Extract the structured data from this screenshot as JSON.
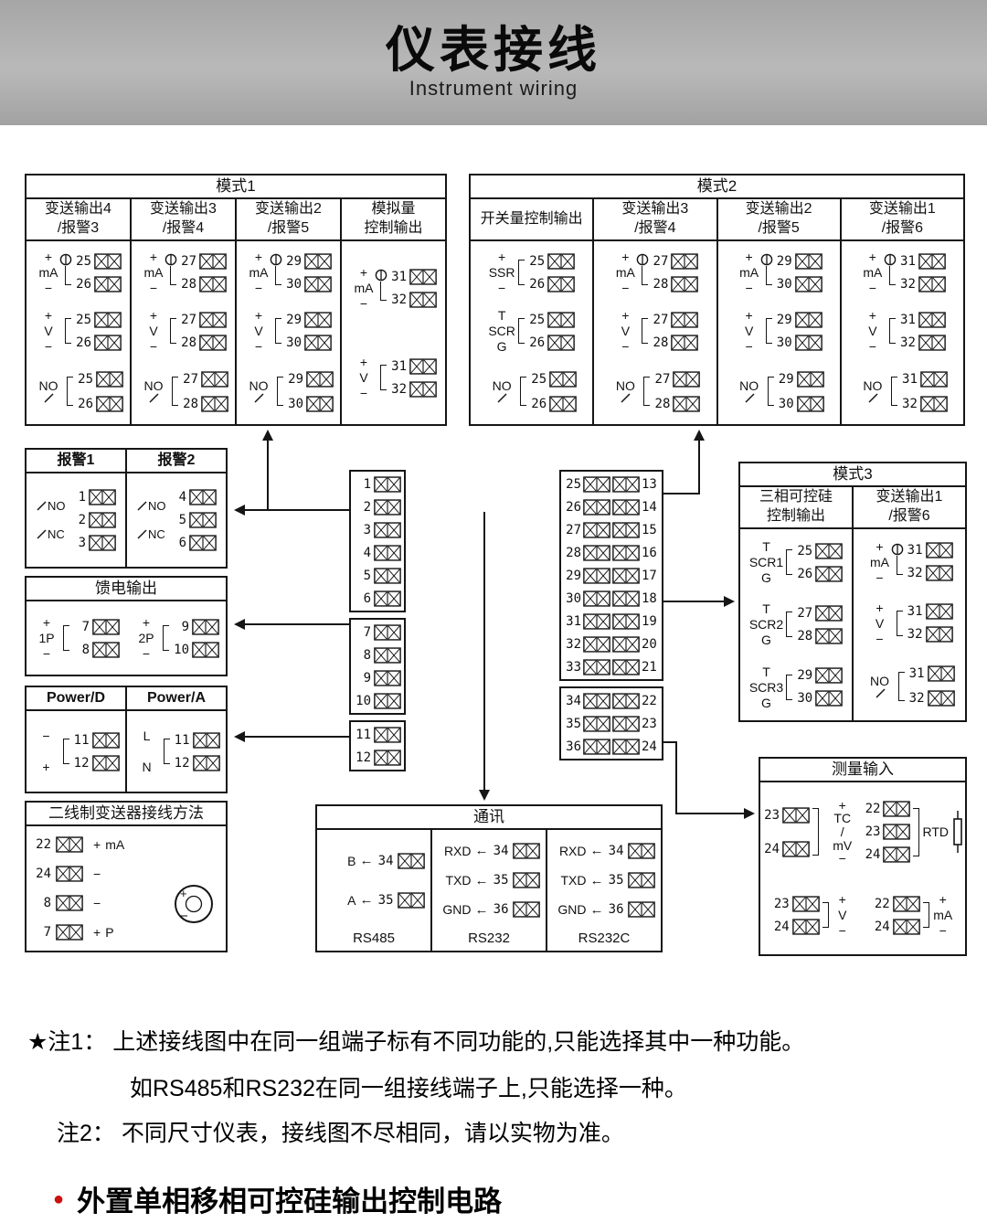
{
  "header": {
    "title": "仪表接线",
    "subtitle": "Instrument wiring"
  },
  "boxes": {
    "mode1": {
      "title": "模式1",
      "columns": [
        {
          "header": [
            "变送输出4",
            "/报警3"
          ],
          "groups": [
            {
              "label": "mA",
              "tsign": "+",
              "bsign": "−",
              "circle": true,
              "terms": [
                {
                  "n": "25"
                },
                {
                  "n": "26"
                }
              ]
            },
            {
              "label": "V",
              "tsign": "+",
              "bsign": "−",
              "terms": [
                {
                  "n": "25"
                },
                {
                  "n": "26"
                }
              ]
            },
            {
              "label": "NO",
              "relay": true,
              "terms": [
                {
                  "n": "25"
                },
                {
                  "n": "26"
                }
              ]
            }
          ]
        },
        {
          "header": [
            "变送输出3",
            "/报警4"
          ],
          "groups": [
            {
              "label": "mA",
              "tsign": "+",
              "bsign": "−",
              "circle": true,
              "terms": [
                {
                  "n": "27"
                },
                {
                  "n": "28"
                }
              ]
            },
            {
              "label": "V",
              "tsign": "+",
              "bsign": "−",
              "terms": [
                {
                  "n": "27"
                },
                {
                  "n": "28"
                }
              ]
            },
            {
              "label": "NO",
              "relay": true,
              "terms": [
                {
                  "n": "27"
                },
                {
                  "n": "28"
                }
              ]
            }
          ]
        },
        {
          "header": [
            "变送输出2",
            "/报警5"
          ],
          "groups": [
            {
              "label": "mA",
              "tsign": "+",
              "bsign": "−",
              "circle": true,
              "terms": [
                {
                  "n": "29"
                },
                {
                  "n": "30"
                }
              ]
            },
            {
              "label": "V",
              "tsign": "+",
              "bsign": "−",
              "terms": [
                {
                  "n": "29"
                },
                {
                  "n": "30"
                }
              ]
            },
            {
              "label": "NO",
              "relay": true,
              "terms": [
                {
                  "n": "29"
                },
                {
                  "n": "30"
                }
              ]
            }
          ]
        },
        {
          "header": [
            "模拟量",
            "控制输出"
          ],
          "groups": [
            {
              "label": "mA",
              "tsign": "+",
              "bsign": "−",
              "circle": true,
              "terms": [
                {
                  "n": "31"
                },
                {
                  "n": "32"
                }
              ]
            },
            {
              "label": "V",
              "tsign": "+",
              "bsign": "−",
              "terms": [
                {
                  "n": "31"
                },
                {
                  "n": "32"
                }
              ]
            }
          ]
        }
      ]
    },
    "mode2": {
      "title": "模式2",
      "columns": [
        {
          "header": [
            "开关量控制输出"
          ],
          "groups": [
            {
              "label": "SSR",
              "tsign": "+",
              "bsign": "−",
              "terms": [
                {
                  "n": "25"
                },
                {
                  "n": "26"
                }
              ]
            },
            {
              "label": "SCR",
              "tsign": "T",
              "bsign": "G",
              "terms": [
                {
                  "n": "25"
                },
                {
                  "n": "26"
                }
              ]
            },
            {
              "label": "NO",
              "relay": true,
              "terms": [
                {
                  "n": "25"
                },
                {
                  "n": "26"
                }
              ]
            }
          ]
        },
        {
          "header": [
            "变送输出3",
            "/报警4"
          ],
          "groups": [
            {
              "label": "mA",
              "tsign": "+",
              "bsign": "−",
              "circle": true,
              "terms": [
                {
                  "n": "27"
                },
                {
                  "n": "28"
                }
              ]
            },
            {
              "label": "V",
              "tsign": "+",
              "bsign": "−",
              "terms": [
                {
                  "n": "27"
                },
                {
                  "n": "28"
                }
              ]
            },
            {
              "label": "NO",
              "relay": true,
              "terms": [
                {
                  "n": "27"
                },
                {
                  "n": "28"
                }
              ]
            }
          ]
        },
        {
          "header": [
            "变送输出2",
            "/报警5"
          ],
          "groups": [
            {
              "label": "mA",
              "tsign": "+",
              "bsign": "−",
              "circle": true,
              "terms": [
                {
                  "n": "29"
                },
                {
                  "n": "30"
                }
              ]
            },
            {
              "label": "V",
              "tsign": "+",
              "bsign": "−",
              "terms": [
                {
                  "n": "29"
                },
                {
                  "n": "30"
                }
              ]
            },
            {
              "label": "NO",
              "relay": true,
              "terms": [
                {
                  "n": "29"
                },
                {
                  "n": "30"
                }
              ]
            }
          ]
        },
        {
          "header": [
            "变送输出1",
            "/报警6"
          ],
          "groups": [
            {
              "label": "mA",
              "tsign": "+",
              "bsign": "−",
              "circle": true,
              "terms": [
                {
                  "n": "31"
                },
                {
                  "n": "32"
                }
              ]
            },
            {
              "label": "V",
              "tsign": "+",
              "bsign": "−",
              "terms": [
                {
                  "n": "31"
                },
                {
                  "n": "32"
                }
              ]
            },
            {
              "label": "NO",
              "relay": true,
              "terms": [
                {
                  "n": "31"
                },
                {
                  "n": "32"
                }
              ]
            }
          ]
        }
      ]
    },
    "alarms": {
      "columns": [
        {
          "header": [
            "报警1"
          ],
          "alarm": {
            "labels": [
              "NO",
              "NC"
            ],
            "terms": [
              "1",
              "2",
              "3"
            ]
          }
        },
        {
          "header": [
            "报警2"
          ],
          "alarm": {
            "labels": [
              "NO",
              "NC"
            ],
            "terms": [
              "4",
              "5",
              "6"
            ]
          }
        }
      ]
    },
    "feed": {
      "title": "馈电输出",
      "nodividers": true,
      "columns": [
        {
          "groups": [
            {
              "label": "1P",
              "tsign": "+",
              "bsign": "−",
              "terms": [
                {
                  "n": "7"
                },
                {
                  "n": "8"
                }
              ]
            }
          ]
        },
        {
          "groups": [
            {
              "label": "2P",
              "tsign": "+",
              "bsign": "−",
              "terms": [
                {
                  "n": "9"
                },
                {
                  "n": "10"
                }
              ]
            }
          ]
        }
      ]
    },
    "power": {
      "columns": [
        {
          "header": [
            "Power/D"
          ],
          "groups": [
            {
              "label": "",
              "tsign": "−",
              "bsign": "+",
              "terms": [
                {
                  "n": "11"
                },
                {
                  "n": "12"
                }
              ]
            }
          ]
        },
        {
          "header": [
            "Power/A"
          ],
          "groups": [
            {
              "label": "",
              "tsign": "L",
              "bsign": "N",
              "terms": [
                {
                  "n": "11"
                },
                {
                  "n": "12"
                }
              ]
            }
          ]
        }
      ]
    },
    "twowire": {
      "title": "二线制变送器接线方法",
      "rows": [
        {
          "n": "22",
          "sign": "+",
          "tag": "mA"
        },
        {
          "n": "24",
          "sign": "−"
        },
        {
          "n": "8",
          "sign": "−"
        },
        {
          "n": "7",
          "sign": "+",
          "tag": "P"
        }
      ]
    },
    "center": {
      "left_groups": [
        [
          "1",
          "2",
          "3",
          "4",
          "5",
          "6"
        ],
        [
          "7",
          "8",
          "9",
          "10"
        ],
        [
          "11",
          "12"
        ]
      ],
      "right_groups": [
        {
          "l": [
            "25",
            "26",
            "27",
            "28",
            "29",
            "30",
            "31",
            "32",
            "33"
          ],
          "r": [
            "13",
            "14",
            "15",
            "16",
            "17",
            "18",
            "19",
            "20",
            "21"
          ]
        },
        {
          "l": [
            "34",
            "35",
            "36"
          ],
          "r": [
            "22",
            "23",
            "24"
          ]
        }
      ]
    },
    "mode3": {
      "title": "模式3",
      "columns": [
        {
          "header": [
            "三相可控硅",
            "控制输出"
          ],
          "groups": [
            {
              "label": "SCR1",
              "tsign": "T",
              "bsign": "G",
              "terms": [
                {
                  "n": "25"
                },
                {
                  "n": "26"
                }
              ]
            },
            {
              "label": "SCR2",
              "tsign": "T",
              "bsign": "G",
              "terms": [
                {
                  "n": "27"
                },
                {
                  "n": "28"
                }
              ]
            },
            {
              "label": "SCR3",
              "tsign": "T",
              "bsign": "G",
              "terms": [
                {
                  "n": "29"
                },
                {
                  "n": "30"
                }
              ]
            }
          ]
        },
        {
          "header": [
            "变送输出1",
            "/报警6"
          ],
          "groups": [
            {
              "label": "mA",
              "tsign": "+",
              "bsign": "−",
              "circle": true,
              "terms": [
                {
                  "n": "31"
                },
                {
                  "n": "32"
                }
              ]
            },
            {
              "label": "V",
              "tsign": "+",
              "bsign": "−",
              "terms": [
                {
                  "n": "31"
                },
                {
                  "n": "32"
                }
              ]
            },
            {
              "label": "NO",
              "relay": true,
              "terms": [
                {
                  "n": "31"
                },
                {
                  "n": "32"
                }
              ]
            }
          ]
        }
      ]
    },
    "comm": {
      "title": "通讯",
      "sections": [
        {
          "name": "RS485",
          "rows": [
            {
              "sig": "B",
              "n": "34"
            },
            {
              "sig": "A",
              "n": "35"
            }
          ]
        },
        {
          "name": "RS232",
          "rows": [
            {
              "sig": "RXD",
              "n": "34"
            },
            {
              "sig": "TXD",
              "n": "35"
            },
            {
              "sig": "GND",
              "n": "36"
            }
          ]
        },
        {
          "name": "RS232C",
          "rows": [
            {
              "sig": "RXD",
              "n": "34"
            },
            {
              "sig": "TXD",
              "n": "35"
            },
            {
              "sig": "GND",
              "n": "36"
            }
          ]
        }
      ]
    },
    "measure": {
      "title": "测量输入",
      "groups": [
        {
          "label": "TC\n/\nmV",
          "tsign": "+",
          "bsign": "−",
          "mirror": true,
          "terms": [
            {
              "n": "23"
            },
            {
              "n": "24"
            }
          ]
        },
        {
          "label": "RTD",
          "mirror": true,
          "resistor": true,
          "terms": [
            {
              "n": "22"
            },
            {
              "n": "23"
            },
            {
              "n": "24"
            }
          ]
        },
        {
          "label": "V",
          "tsign": "+",
          "bsign": "−",
          "mirror": true,
          "terms": [
            {
              "n": "23"
            },
            {
              "n": "24"
            }
          ]
        },
        {
          "label": "mA",
          "tsign": "+",
          "bsign": "−",
          "mirror": true,
          "terms": [
            {
              "n": "22"
            },
            {
              "n": "24"
            }
          ]
        }
      ]
    }
  },
  "notes": {
    "star": "★",
    "note1_head": "注1：",
    "note1_text": " 上述接线图中在同一组端子标有不同功能的,只能选择其中一种功能。",
    "note1_line2": "如RS485和RS232在同一组接线端子上,只能选择一种。",
    "note2_head": "注2：",
    "note2_text": " 不同尺寸仪表，接线图不尽相同，请以实物为准。",
    "bullet_text": "外置单相移相可控硅输出控制电路",
    "bullet_color": "#cc1111",
    "line_color": "#151515"
  }
}
